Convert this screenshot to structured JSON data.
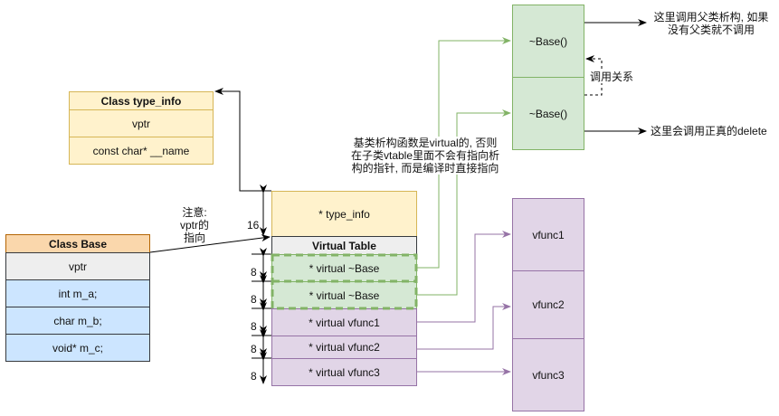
{
  "type_info_class": {
    "title": "Class type_info",
    "fields": [
      "vptr",
      "const char* __name"
    ]
  },
  "base_class": {
    "title": "Class Base",
    "fields": [
      "vptr",
      "int m_a;",
      "char m_b;",
      "void* m_c;"
    ]
  },
  "vtable": {
    "type_info_entry": "* type_info",
    "header": "Virtual Table",
    "entries": [
      "* virtual ~Base",
      "* virtual ~Base",
      "* virtual vfunc1",
      "* virtual vfunc2",
      "* virtual vfunc3"
    ]
  },
  "dimensions": {
    "type_info_size": "16",
    "entry_sizes": [
      "8",
      "8",
      "8",
      "8",
      "8"
    ]
  },
  "destructors": [
    "~Base()",
    "~Base()"
  ],
  "vfuncs": [
    "vfunc1",
    "vfunc2",
    "vfunc3"
  ],
  "annotations": {
    "vptr_note": [
      "注意:",
      "vptr的",
      "指向"
    ],
    "virtual_dtor_note": [
      "基类析构函数是virtual的, 否则",
      "在子类vtable里面不会有指向析",
      "构的指针, 而是编译时直接指向"
    ],
    "parent_dtor_note": [
      "这里调用父类析构, 如果",
      "没有父类就不调用"
    ],
    "call_relation": "调用关系",
    "delete_note": "这里会调用正真的delete"
  },
  "colors": {
    "yellow_fill": "#fff2cc",
    "yellow_stroke": "#d6b656",
    "orange_fill": "#fad7ac",
    "gray_fill": "#eeeeee",
    "blue_fill": "#cce5ff",
    "green_fill": "#d5e8d4",
    "green_stroke": "#82b366",
    "purple_fill": "#e1d5e7",
    "purple_stroke": "#9673a6"
  }
}
